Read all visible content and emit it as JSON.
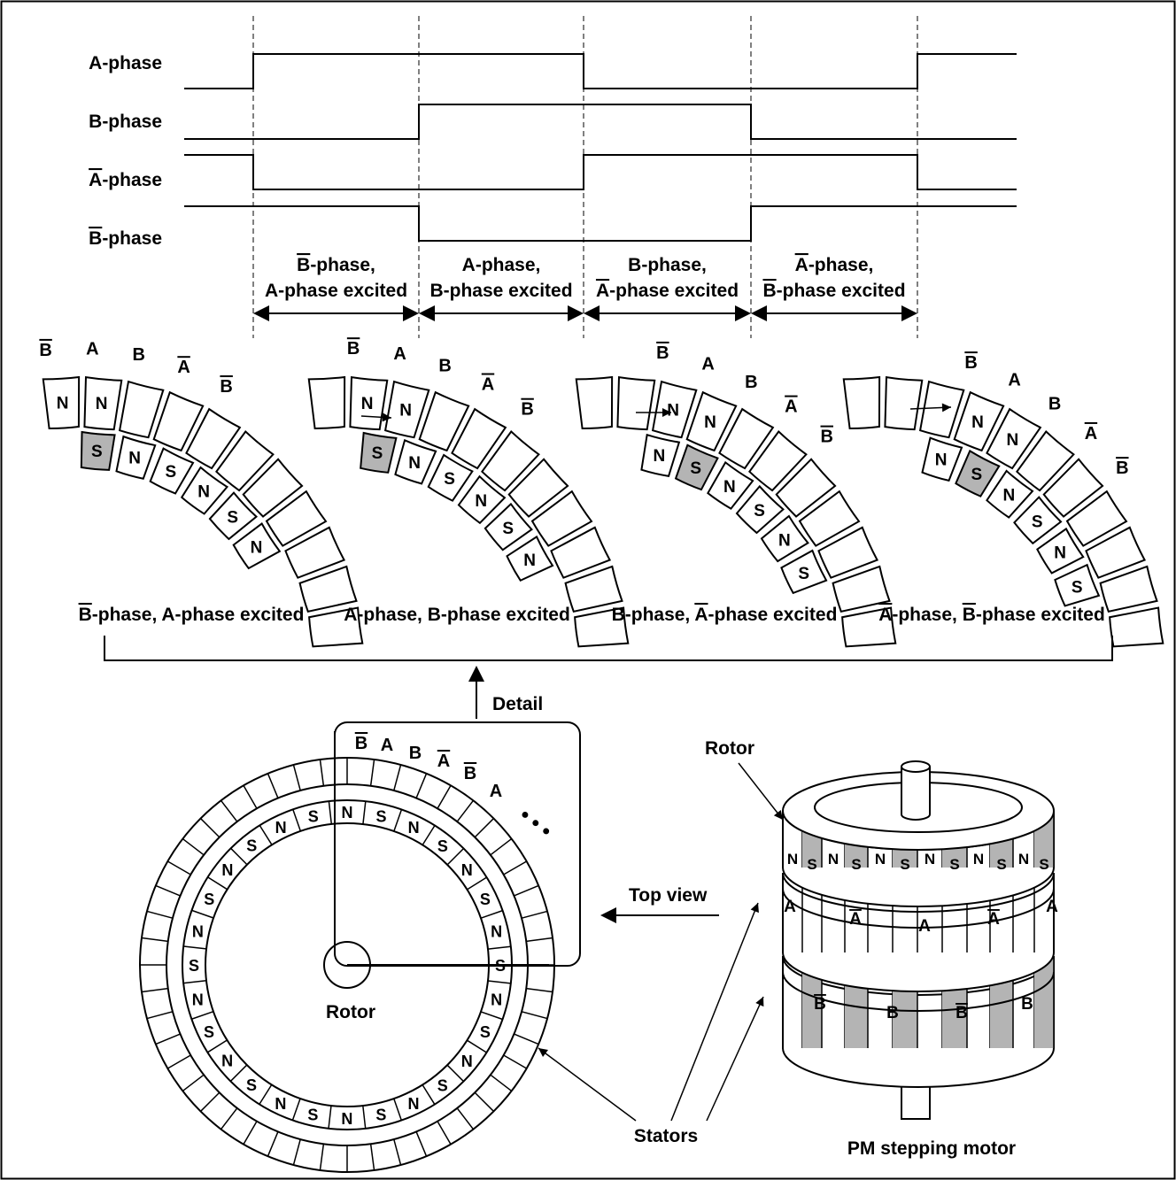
{
  "timing": {
    "signals": [
      {
        "name": "A-phase",
        "bar": false,
        "states": [
          0,
          1,
          1,
          0,
          0,
          1
        ]
      },
      {
        "name": "B-phase",
        "bar": false,
        "states": [
          0,
          0,
          1,
          1,
          0,
          0
        ]
      },
      {
        "name": "A-phase",
        "bar": true,
        "states": [
          1,
          0,
          0,
          1,
          1,
          0
        ]
      },
      {
        "name": "B-phase",
        "bar": true,
        "states": [
          1,
          1,
          0,
          0,
          1,
          1
        ]
      }
    ],
    "intervals": [
      {
        "line1": [
          {
            "t": "B",
            "bar": true
          },
          {
            "t": "-phase,",
            "bar": false
          }
        ],
        "line2": [
          {
            "t": "A-phase excited",
            "bar": false
          }
        ]
      },
      {
        "line1": [
          {
            "t": "A-phase,",
            "bar": false
          }
        ],
        "line2": [
          {
            "t": "B-phase excited",
            "bar": false
          }
        ]
      },
      {
        "line1": [
          {
            "t": "B-phase,",
            "bar": false
          }
        ],
        "line2": [
          {
            "t": "A",
            "bar": true
          },
          {
            "t": "-phase excited",
            "bar": false
          }
        ]
      },
      {
        "line1": [
          {
            "t": "A",
            "bar": true
          },
          {
            "t": "-phase,",
            "bar": false
          }
        ],
        "line2": [
          {
            "t": "B",
            "bar": true
          },
          {
            "t": "-phase excited",
            "bar": false
          }
        ]
      }
    ]
  },
  "steps": [
    {
      "caption": [
        {
          "t": "B",
          "bar": true
        },
        {
          "t": "-phase, A-phase excited",
          "bar": false
        }
      ],
      "shift": 0,
      "rotor_labels": [
        "S",
        "N",
        "S",
        "N",
        "S",
        "N"
      ]
    },
    {
      "caption": [
        {
          "t": "A-phase, B-phase excited",
          "bar": false
        }
      ],
      "shift": 1,
      "rotor_labels": [
        "S",
        "N",
        "S",
        "N",
        "S",
        "N"
      ]
    },
    {
      "caption": [
        {
          "t": "B-phase, ",
          "bar": false
        },
        {
          "t": "A",
          "bar": true
        },
        {
          "t": "-phase excited",
          "bar": false
        }
      ],
      "shift": 2,
      "rotor_labels": [
        "N",
        "S",
        "N",
        "S",
        "N",
        "S"
      ]
    },
    {
      "caption": [
        {
          "t": "A",
          "bar": true
        },
        {
          "t": "-phase, ",
          "bar": false
        },
        {
          "t": "B",
          "bar": true
        },
        {
          "t": "-phase excited",
          "bar": false
        }
      ],
      "shift": 3,
      "rotor_labels": [
        "N",
        "S",
        "N",
        "S",
        "N",
        "S"
      ]
    }
  ],
  "stator_sequence": [
    {
      "t": "B",
      "bar": true
    },
    {
      "t": "A",
      "bar": false
    },
    {
      "t": "B",
      "bar": false
    },
    {
      "t": "A",
      "bar": true
    },
    {
      "t": "B",
      "bar": true
    },
    {
      "t": "A",
      "bar": false
    }
  ],
  "top_view": {
    "detail_label": "Detail",
    "top_view_label": "Top view",
    "rotor_label": "Rotor",
    "stators_label": "Stators",
    "ring_labels": [
      "N",
      "S",
      "N",
      "S",
      "N",
      "S",
      "N",
      "S",
      "N",
      "S",
      "N",
      "S",
      "N",
      "S",
      "N",
      "S",
      "N",
      "S",
      "N",
      "S",
      "N",
      "S",
      "N",
      "S",
      "N",
      "S",
      "N",
      "S"
    ],
    "dots": "•  •  •"
  },
  "motor": {
    "title": "PM stepping motor",
    "rotor_label": "Rotor",
    "rotor_poles": [
      "N",
      "S",
      "N",
      "S",
      "N",
      "S",
      "N",
      "S",
      "N",
      "S",
      "N",
      "S"
    ],
    "stator1_labels": [
      {
        "t": "A",
        "bar": false
      },
      {
        "t": "A",
        "bar": true
      },
      {
        "t": "A",
        "bar": false
      },
      {
        "t": "A",
        "bar": true
      },
      {
        "t": "A",
        "bar": false
      }
    ],
    "stator2_labels": [
      {
        "t": "B",
        "bar": true
      },
      {
        "t": "B",
        "bar": false
      },
      {
        "t": "B",
        "bar": true
      },
      {
        "t": "B",
        "bar": false
      }
    ]
  },
  "colors": {
    "shaded": "#b4b4b4",
    "line": "#000000",
    "background": "#ffffff"
  }
}
